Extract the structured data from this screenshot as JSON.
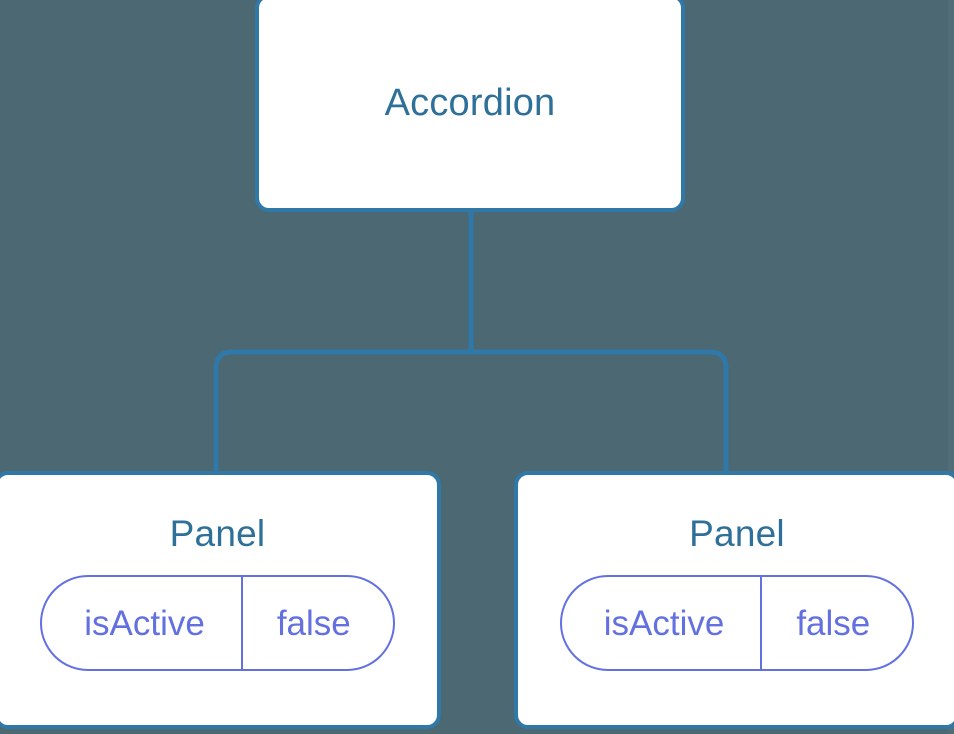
{
  "diagram": {
    "type": "component-tree",
    "background_color": "#4b6873",
    "node_border_color": "#2f78a8",
    "node_title_color": "#2e7099",
    "pill_color": "#6370e0",
    "connector_color": "#2f78a8"
  },
  "nodes": {
    "root": {
      "title": "Accordion"
    },
    "child_left": {
      "title": "Panel",
      "state": {
        "key": "isActive",
        "value": "false"
      }
    },
    "child_right": {
      "title": "Panel",
      "state": {
        "key": "isActive",
        "value": "false"
      }
    }
  },
  "edges": [
    {
      "from": "root",
      "to": "child_left"
    },
    {
      "from": "root",
      "to": "child_right"
    }
  ]
}
